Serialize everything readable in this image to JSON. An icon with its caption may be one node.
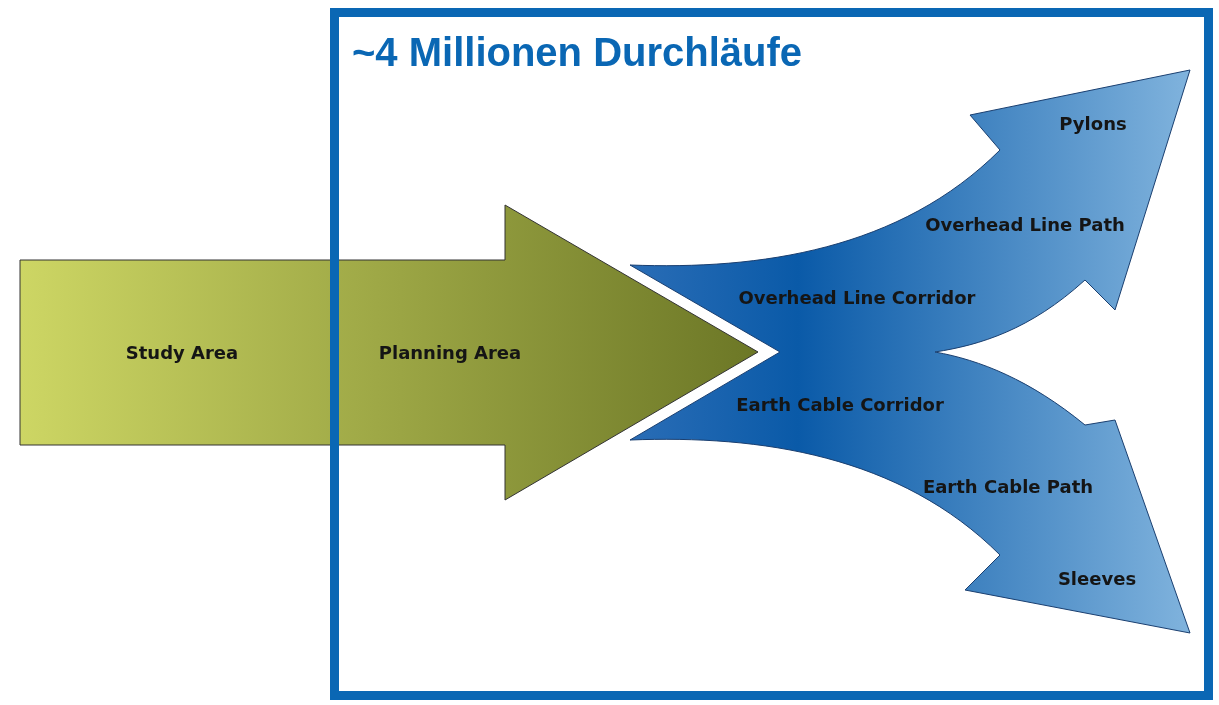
{
  "diagram": {
    "nodes": [
      {
        "text": [
          "~4 Millionen Durchläufe"
        ]
      },
      {
        "text": [
          "Study Area",
          "Planning Area"
        ]
      },
      {
        "text": [
          "Pylons",
          "Overhead Line Path",
          "Overhead Line Corridor",
          "Earth Cable Corridor",
          "Earth Cable Path",
          "Sleeves"
        ],
        "in": 0
      }
    ]
  }
}
